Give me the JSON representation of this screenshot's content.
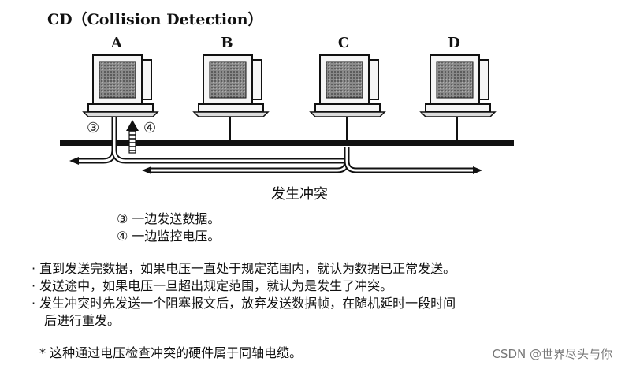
{
  "title": "CD（Collision Detection）",
  "computers": [
    {
      "label": "A"
    },
    {
      "label": "B"
    },
    {
      "label": "C"
    },
    {
      "label": "D"
    }
  ],
  "markers": {
    "send": "③",
    "monitor": "④"
  },
  "collision_label": "发生冲突",
  "legend": [
    "③ 一边发送数据。",
    "④ 一边监控电压。"
  ],
  "notes": [
    "· 直到发送完数据，如果电压一直处于规定范围内，就认为数据已正常发送。",
    "· 发送途中，如果电压一旦超出规定范围，就认为是发生了冲突。",
    "· 发生冲突时先发送一个阻塞报文后，放弃发送数据帧，在随机延时一段时间",
    "　后进行重发。"
  ],
  "footnote": "* 这种通过电压检查冲突的硬件属于同轴电缆。",
  "watermark": "CSDN @世界尽头与你"
}
